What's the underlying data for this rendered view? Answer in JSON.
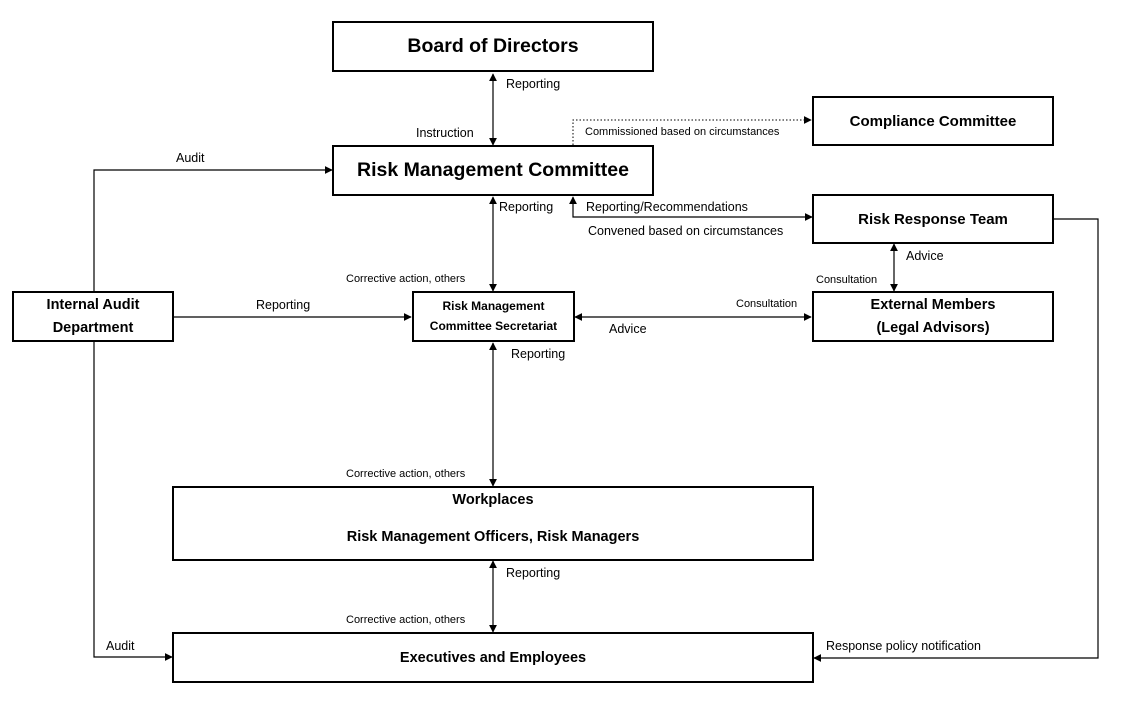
{
  "nodes": {
    "board": "Board of Directors",
    "compliance": "Compliance Committee",
    "rmc": "Risk Management Committee",
    "response_team": "Risk Response Team",
    "internal_audit": "Internal Audit Department",
    "secretariat": "Risk Management Committee Secretariat",
    "external": "External Members (Legal Advisors)",
    "workplaces_header": "Workplaces",
    "workplaces_body": "Risk Management Officers, Risk Managers",
    "executives": "Executives and Employees"
  },
  "edges": {
    "board_reporting": "Reporting",
    "rmc_instruction": "Instruction",
    "compliance_commission": "Commissioned based on circumstances",
    "audit_top": "Audit",
    "rmc_reporting": "Reporting",
    "reporting_recommendations": "Reporting/Recommendations",
    "convened": "Convened based on circumstances",
    "response_advice": "Advice",
    "response_consultation": "Consultation",
    "secretariat_corrective": "Corrective action, others",
    "audit_reporting": "Reporting",
    "external_consultation": "Consultation",
    "external_advice": "Advice",
    "secretariat_reporting": "Reporting",
    "workplaces_corrective": "Corrective action, others",
    "workplaces_reporting": "Reporting",
    "executives_corrective": "Corrective action, others",
    "audit_bottom": "Audit",
    "response_policy": "Response policy notification"
  }
}
